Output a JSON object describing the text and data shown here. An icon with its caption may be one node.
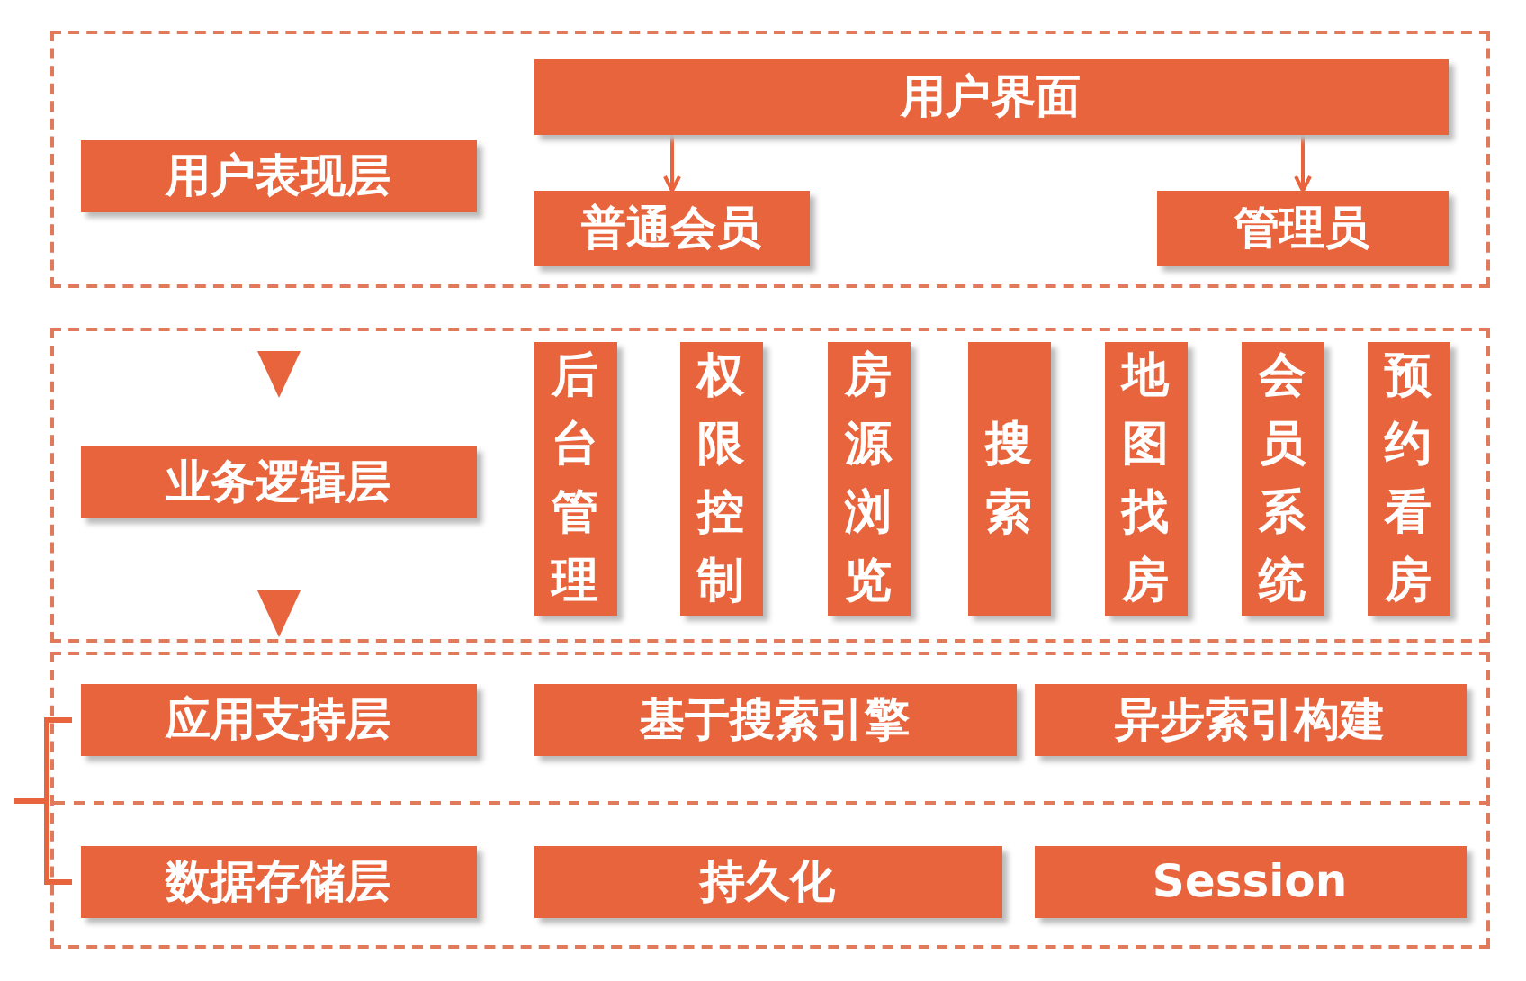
{
  "diagram": {
    "nodes": [
      {
        "text": [],
        "shape": "box"
      },
      {
        "text": [
          "用户表现层"
        ],
        "in": 0
      },
      {
        "text": [
          "用户界面"
        ],
        "in": 0
      },
      {
        "text": [
          "普通会员"
        ],
        "in": 0
      },
      {
        "text": [
          "管理员"
        ],
        "in": 0
      },
      {
        "text": [],
        "shape": "box"
      },
      {
        "text": [
          "业务逻辑层"
        ],
        "in": 5
      },
      {
        "text": [
          "后台管理"
        ],
        "in": 5
      },
      {
        "text": [
          "权限控制"
        ],
        "in": 5
      },
      {
        "text": [
          "房源浏览"
        ],
        "in": 5
      },
      {
        "text": [
          "搜索"
        ],
        "in": 5
      },
      {
        "text": [
          "地图找房"
        ],
        "in": 5
      },
      {
        "text": [
          "会员系统"
        ],
        "in": 5
      },
      {
        "text": [
          "预约看房"
        ],
        "in": 5
      },
      {
        "text": [],
        "shape": "box"
      },
      {
        "text": [
          "应用支持层"
        ],
        "in": 14
      },
      {
        "text": [
          "基于搜索引擎"
        ],
        "in": 14
      },
      {
        "text": [
          "异步索引构建"
        ],
        "in": 14
      },
      {
        "text": [
          "数据存储层"
        ],
        "in": 14
      },
      {
        "text": [
          "持久化"
        ],
        "in": 14
      },
      {
        "text": [
          "Session"
        ],
        "in": 14
      }
    ],
    "edges": [
      {
        "from": 2,
        "to": 3,
        "arrow": "to"
      },
      {
        "from": 2,
        "to": 4,
        "arrow": "to"
      }
    ]
  }
}
